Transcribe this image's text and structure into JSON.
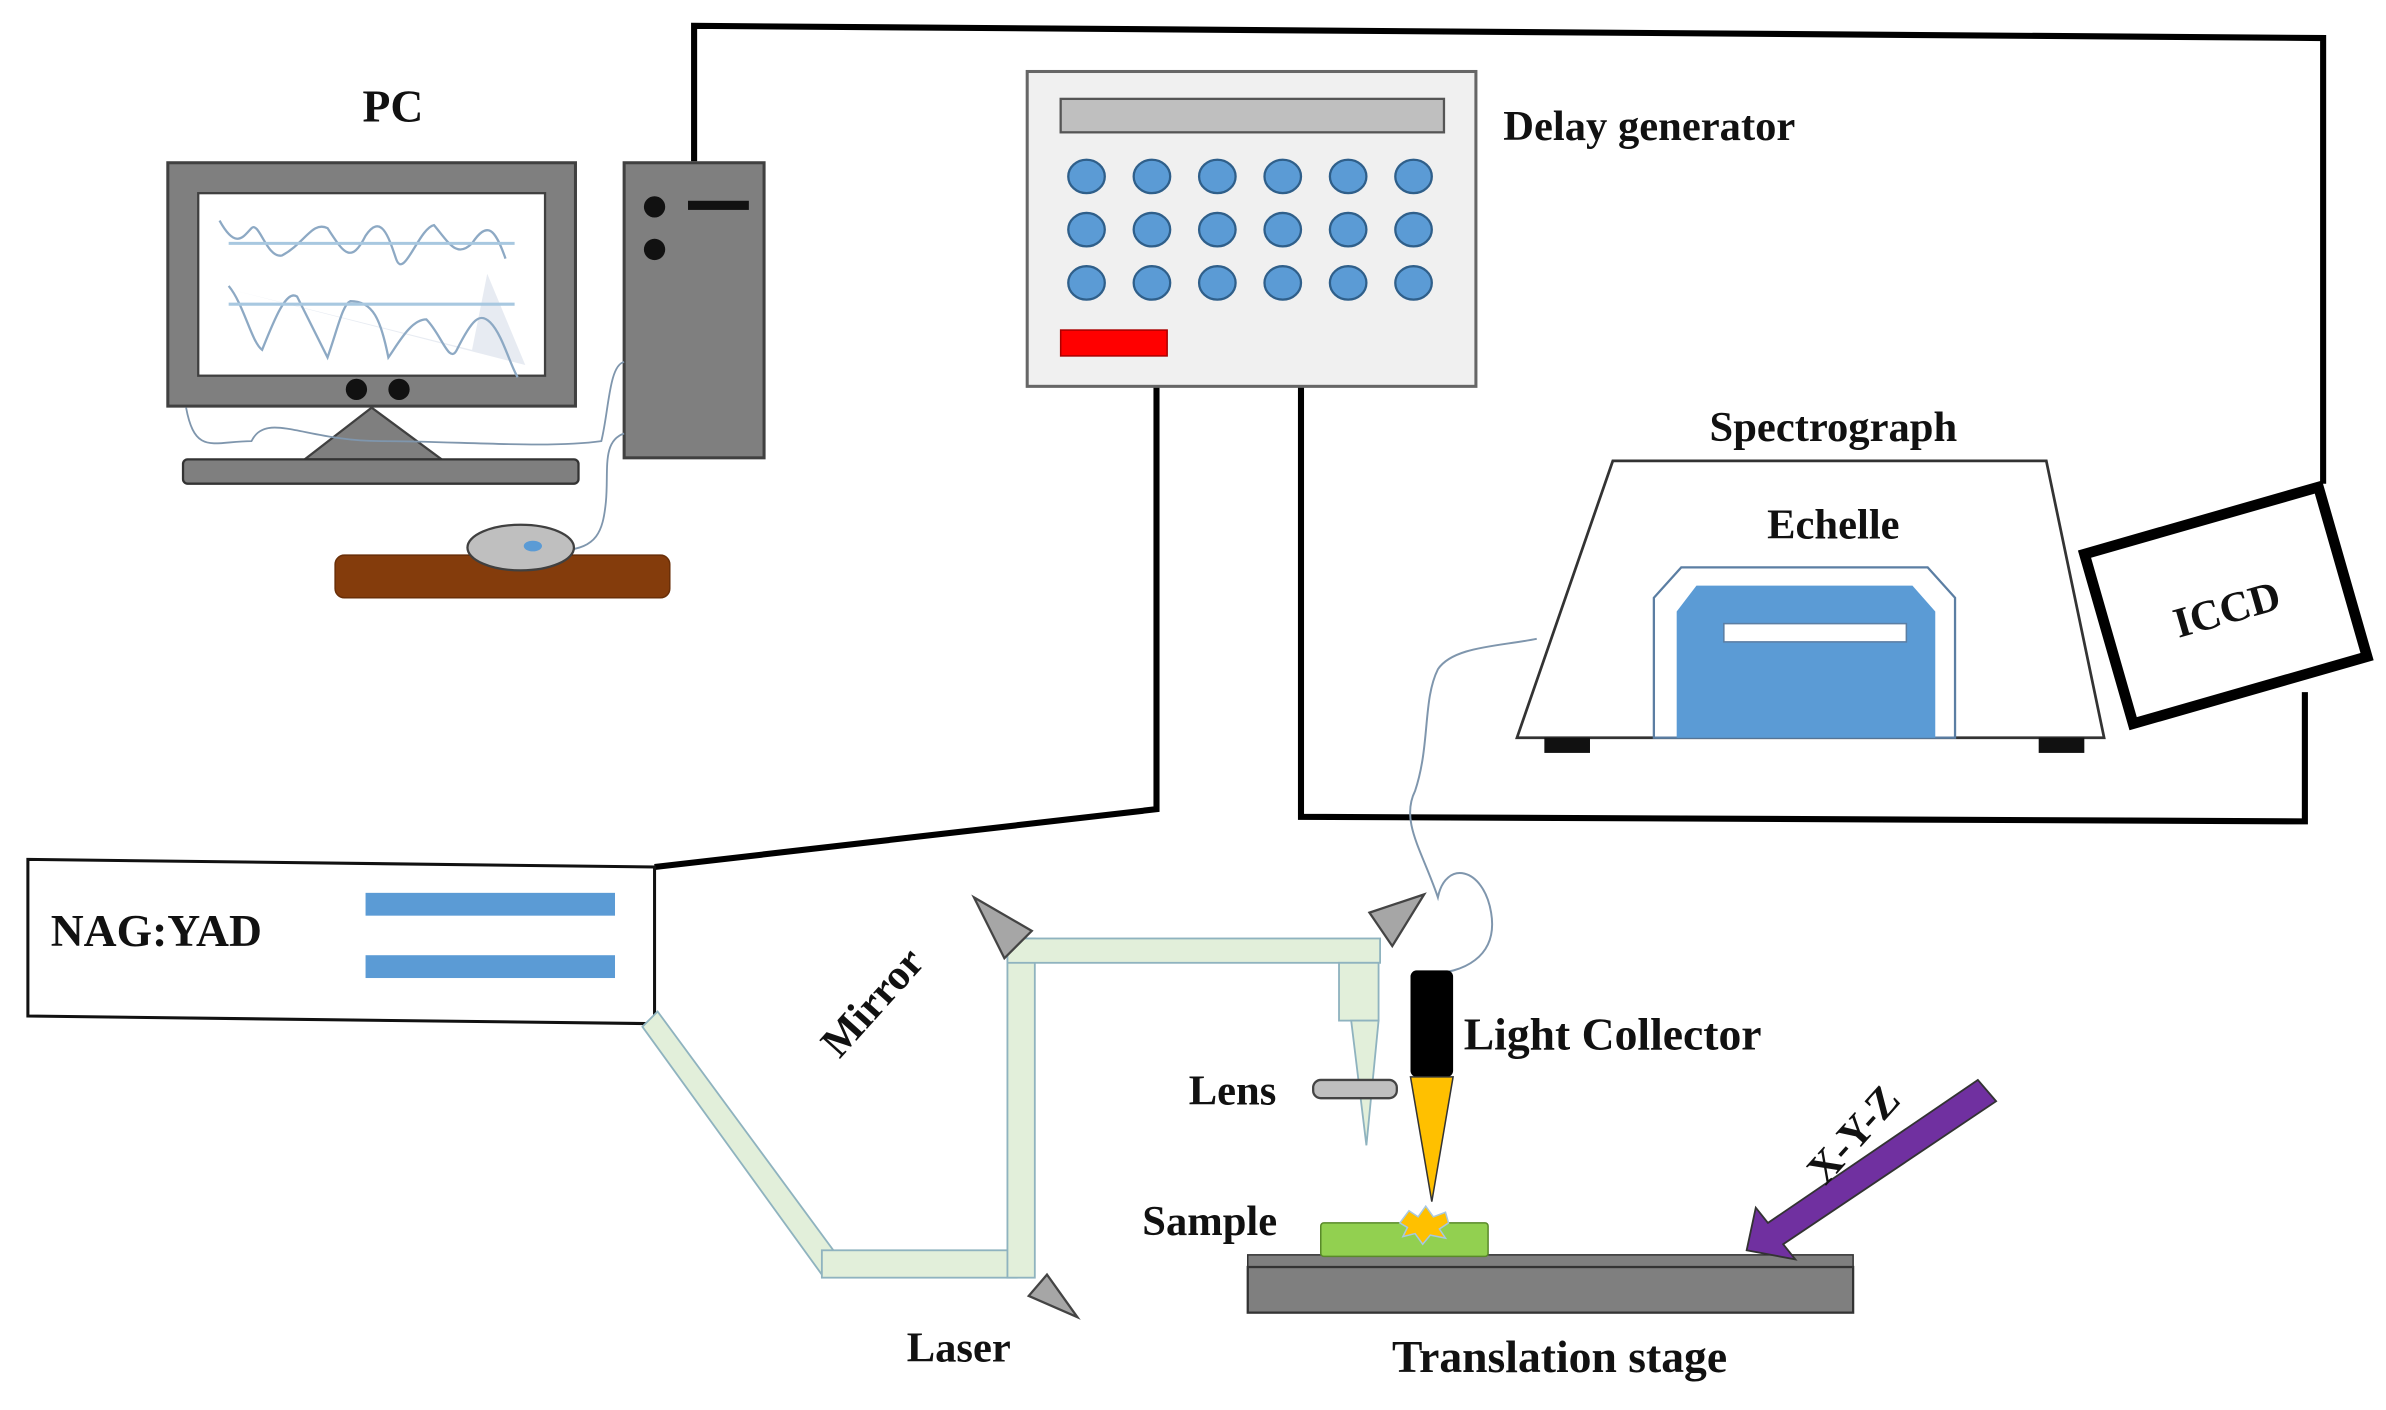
{
  "title": "LIBS experimental setup schematic",
  "labels": {
    "pc": "PC",
    "delay_generator": "Delay generator",
    "spectrograph": "Spectrograph",
    "echelle": "Echelle",
    "iccd": "ICCD",
    "laser_source": "NAG:YAD",
    "mirror": "Mirror",
    "laser": "Laser",
    "lens": "Lens",
    "light_collector": "Light Collector",
    "sample": "Sample",
    "xyz": "X-Y-Z",
    "translation_stage": "Translation stage"
  },
  "colors": {
    "device_gray": "#7f7f7f",
    "panel_light": "#f0f0f0",
    "button_blue": "#5b9bd5",
    "indicator_red": "#ff0000",
    "beam_green": "#e2efda",
    "sample_green": "#92d050",
    "collector_tip": "#ffc000",
    "arrow_purple": "#7030a0",
    "desk_brown": "#843c0c",
    "stage_gray": "#595959"
  }
}
